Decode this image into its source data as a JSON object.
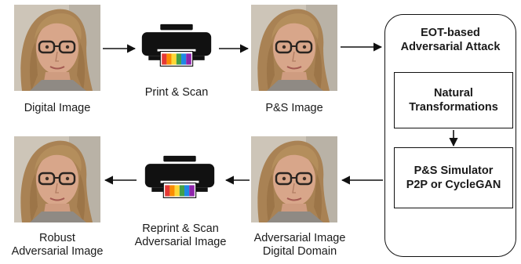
{
  "nodes": {
    "digital_image": {
      "label": "Digital Image"
    },
    "print_scan": {
      "label": "Print & Scan"
    },
    "ps_image": {
      "label": "P&S Image"
    },
    "robust_adv": {
      "label_line1": "Robust",
      "label_line2": "Adversarial Image"
    },
    "reprint_scan": {
      "label_line1": "Reprint & Scan",
      "label_line2": "Adversarial Image"
    },
    "adv_digital": {
      "label_line1": "Adversarial Image",
      "label_line2": "Digital Domain"
    }
  },
  "panel": {
    "title_line1": "EOT-based",
    "title_line2": "Adversarial Attack",
    "box1_line1": "Natural",
    "box1_line2": "Transformations",
    "box2_line1": "P&S Simulator",
    "box2_line2": "P2P or CycleGAN"
  },
  "colors": {
    "stroke": "#111111",
    "hair": "#b08a57",
    "skin": "#d9a98c",
    "background_wall": "#cfc8bd",
    "printer_body": "#111111",
    "rainbow": [
      "#e53935",
      "#fb8c00",
      "#fdd835",
      "#43a047",
      "#1e88e5",
      "#8e24aa"
    ]
  }
}
